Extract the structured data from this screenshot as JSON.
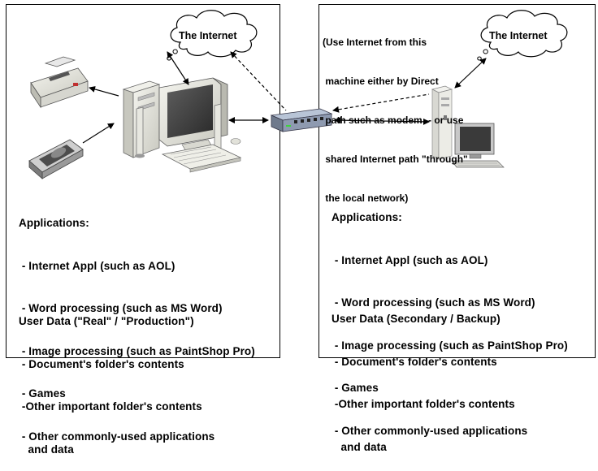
{
  "left_panel": {
    "cloud_label": "The Internet",
    "applications_heading": "Applications:",
    "applications": [
      " - Internet Appl (such as AOL)",
      " - Word processing (such as MS Word)",
      " - Image processing (such as PaintShop Pro)",
      " - Games",
      " - Other commonly-used applications"
    ],
    "user_data_heading": "User Data (\"Real\" / \"Production\")",
    "user_data": [
      " - Document's folder's contents",
      " -Other important folder's contents",
      "   and data"
    ]
  },
  "right_panel": {
    "cloud_label": "The Internet",
    "note_lines": [
      "(Use Internet from this",
      " machine either by Direct",
      " path such as modem -- or use",
      " shared Internet path \"through\"",
      " the local network)"
    ],
    "applications_heading": "Applications:",
    "applications": [
      " - Internet Appl (such as AOL)",
      " - Word processing (such as MS Word)",
      " - Image processing (such as PaintShop Pro)",
      " - Games",
      " - Other commonly-used applications"
    ],
    "user_data_heading": "User Data (Secondary / Backup)",
    "user_data": [
      " - Document's folder's contents",
      " -Other important folder's contents",
      "   and data"
    ]
  }
}
